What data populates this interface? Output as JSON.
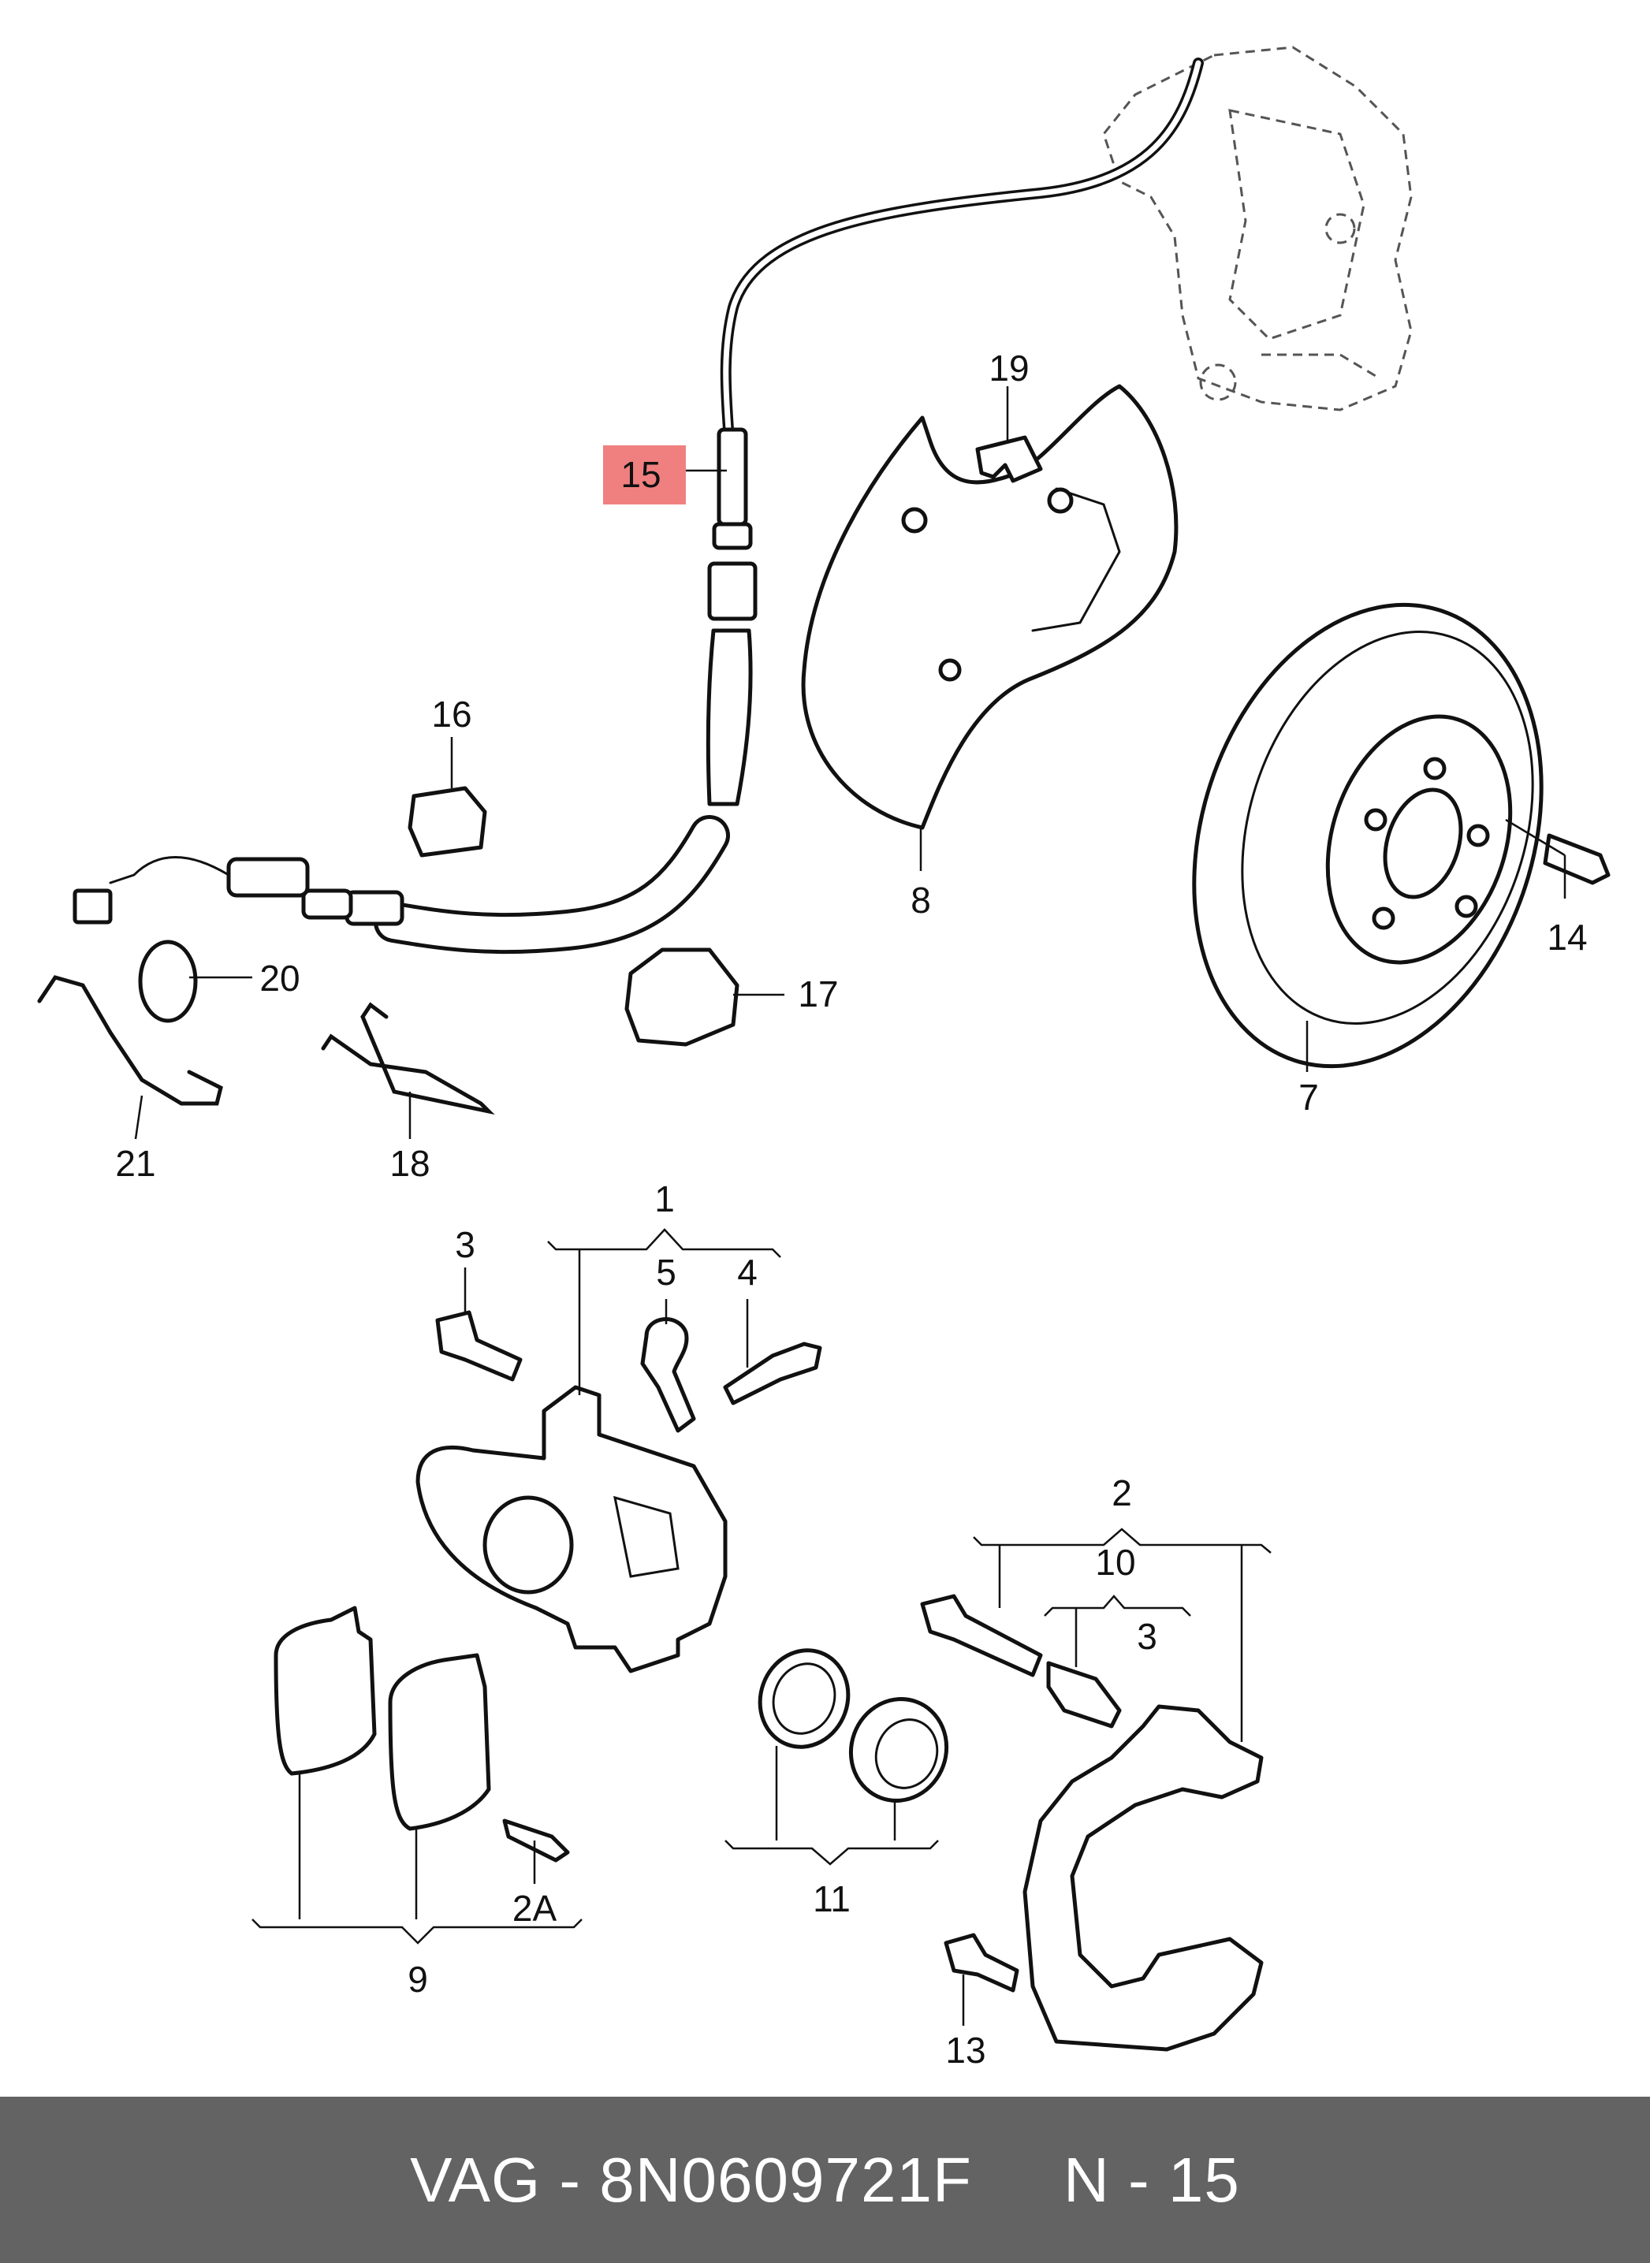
{
  "labels": {
    "p1": "1",
    "p2": "2",
    "p2a": "2A",
    "p3a": "3",
    "p3b": "3",
    "p4": "4",
    "p5": "5",
    "p7": "7",
    "p8": "8",
    "p9": "9",
    "p10": "10",
    "p11": "11",
    "p13": "13",
    "p14": "14",
    "p15": "15",
    "p16": "16",
    "p17": "17",
    "p18": "18",
    "p19": "19",
    "p20": "20",
    "p21": "21"
  },
  "highlight": {
    "label": "15",
    "color": "#f08080"
  },
  "footer": {
    "text": "VAG - 8N0609721F     N - 15"
  }
}
